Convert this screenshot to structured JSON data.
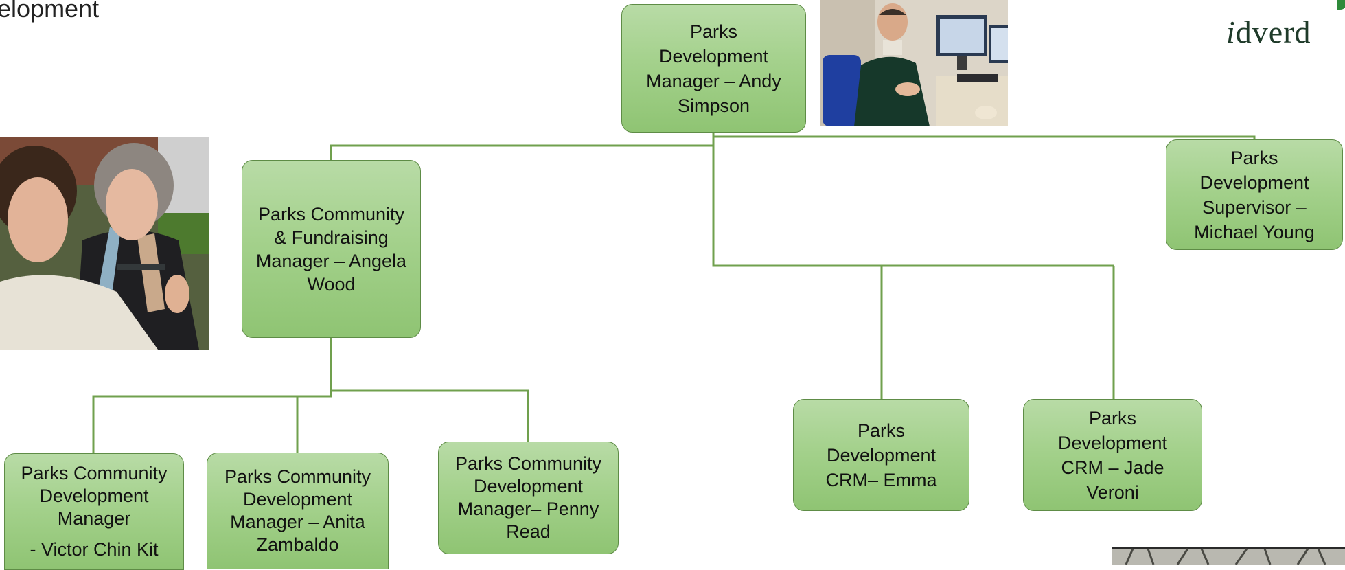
{
  "page": {
    "heading": "elopment",
    "logo_text": "dverd",
    "logo_initial": "i",
    "colors": {
      "box_fill": "#a4d18c",
      "box_border": "#5e8c46",
      "connector": "#70a04e"
    }
  },
  "org_chart": {
    "nodes": [
      {
        "id": "andy",
        "lines": [
          "Parks",
          "Development",
          "Manager – Andy",
          "Simpson"
        ]
      },
      {
        "id": "michael",
        "lines": [
          "Parks",
          "Development",
          "Supervisor –",
          "Michael Young"
        ]
      },
      {
        "id": "angela",
        "lines": [
          "Parks Community",
          "& Fundraising",
          "Manager – Angela",
          "Wood"
        ]
      },
      {
        "id": "victor",
        "lines": [
          "Parks Community",
          "Development",
          "Manager",
          "- Victor Chin Kit"
        ]
      },
      {
        "id": "anita",
        "lines": [
          "Parks Community",
          "Development",
          "Manager – Anita",
          "Zambaldo"
        ]
      },
      {
        "id": "penny",
        "lines": [
          "Parks Community",
          "Development",
          "Manager– Penny",
          "Read"
        ]
      },
      {
        "id": "emma",
        "lines": [
          "Parks",
          "Development",
          "CRM– Emma"
        ]
      },
      {
        "id": "jade",
        "lines": [
          "Parks",
          "Development",
          "CRM – Jade",
          "Veroni"
        ]
      }
    ],
    "reports_to": {
      "michael": "andy",
      "angela": "andy",
      "emma": "andy",
      "jade": "andy",
      "victor": "angela",
      "anita": "angela",
      "penny": "angela"
    }
  },
  "photos": [
    {
      "id": "andy-photo",
      "alt": "Man seated at a desk with two monitors"
    },
    {
      "id": "pair-photo",
      "alt": "Two women taking a selfie outdoors"
    },
    {
      "id": "trees-photo",
      "alt": "Bare trees"
    }
  ]
}
